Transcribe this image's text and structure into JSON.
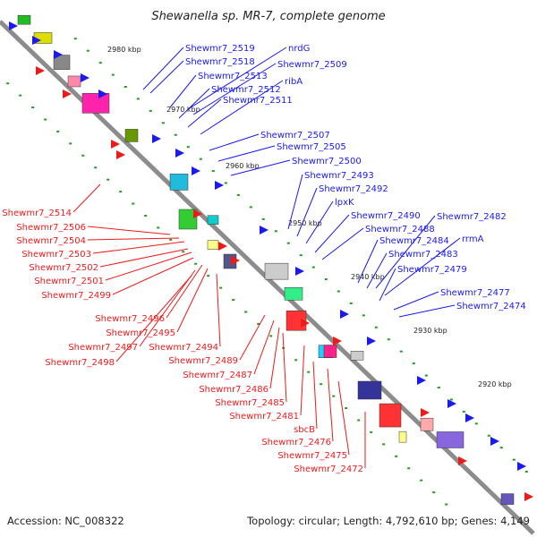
{
  "title": "Shewanella sp. MR-7, complete genome",
  "footer": {
    "accession": "Accession: NC_008322",
    "summary": "Topology: circular; Length: 4,792,610 bp; Genes: 4,149"
  },
  "colors": {
    "axis": "#8c8c8c",
    "upper_labels": "#1a1aee",
    "lower_labels": "#ee1a1a",
    "tick_marker": "#1e9e1e"
  },
  "ticks": [
    "2980 kbp",
    "2970 kbp",
    "2960 kbp",
    "2950 kbp",
    "2940 kbp",
    "2930 kbp",
    "2920 kbp"
  ],
  "upper_genes": [
    "Shewmr7_2519",
    "Shewmr7_2518",
    "Shewmr7_2513",
    "Shewmr7_2512",
    "Shewmr7_2511",
    "nrdG",
    "Shewmr7_2509",
    "ribA",
    "Shewmr7_2507",
    "Shewmr7_2505",
    "Shewmr7_2500",
    "Shewmr7_2493",
    "Shewmr7_2492",
    "lpxK",
    "Shewmr7_2490",
    "Shewmr7_2488",
    "Shewmr7_2482",
    "rrmA",
    "Shewmr7_2484",
    "Shewmr7_2483",
    "Shewmr7_2479",
    "Shewmr7_2477",
    "Shewmr7_2474"
  ],
  "lower_genes": [
    "Shewmr7_2514",
    "Shewmr7_2506",
    "Shewmr7_2504",
    "Shewmr7_2503",
    "Shewmr7_2502",
    "Shewmr7_2501",
    "Shewmr7_2499",
    "Shewmr7_2496",
    "Shewmr7_2495",
    "Shewmr7_2497",
    "Shewmr7_2494",
    "Shewmr7_2498",
    "Shewmr7_2489",
    "Shewmr7_2487",
    "Shewmr7_2486",
    "Shewmr7_2485",
    "Shewmr7_2481",
    "sbcB",
    "Shewmr7_2476",
    "Shewmr7_2475",
    "Shewmr7_2472"
  ]
}
